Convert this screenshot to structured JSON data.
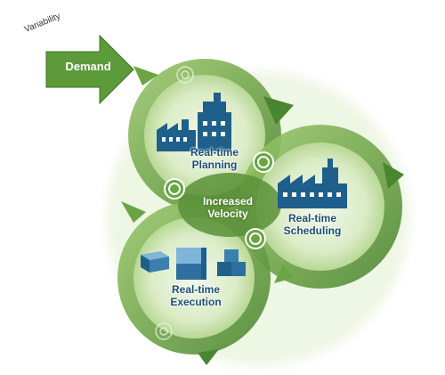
{
  "input": {
    "label": "Demand",
    "annotation": "Variability"
  },
  "cycles": [
    {
      "id": "planning",
      "line1": "Real-time",
      "line2": "Planning",
      "icon": "factory-icon"
    },
    {
      "id": "scheduling",
      "line1": "Real-time",
      "line2": "Scheduling",
      "icon": "factory-icon"
    },
    {
      "id": "execution",
      "line1": "Real-time",
      "line2": "Execution",
      "icon": "boxes-icon"
    }
  ],
  "center": {
    "line1": "Increased",
    "line2": "Velocity"
  },
  "colors": {
    "arrow_green": "#5c9a3a",
    "ring_dark": "#4a8530",
    "ring_light": "#8fbf62",
    "disc_fill": "#dfeecd",
    "label_blue": "#1d4f73",
    "building_blue": "#1f5f8b"
  }
}
